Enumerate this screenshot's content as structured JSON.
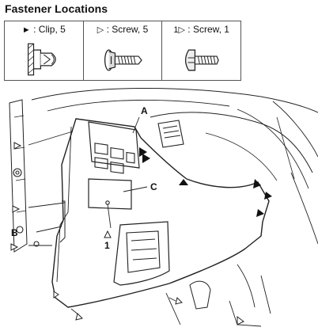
{
  "header": {
    "title": "Fastener Locations"
  },
  "legend": [
    {
      "marker": "►",
      "label": ": Clip, 5",
      "icon": "clip-icon"
    },
    {
      "marker": "▷",
      "label": ": Screw, 5",
      "icon": "screw-icon"
    },
    {
      "marker": "1▷",
      "label": ": Screw, 1",
      "icon": "screw-1-icon"
    }
  ],
  "callouts": {
    "a": "A",
    "b": "B",
    "c": "C",
    "one": "1"
  }
}
